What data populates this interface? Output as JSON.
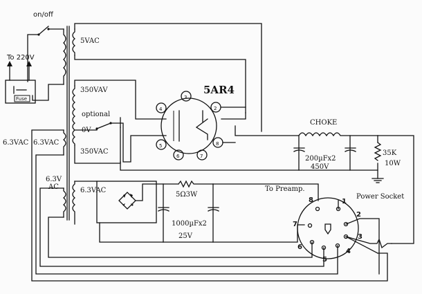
{
  "labels": {
    "on_off": "on/off",
    "to_220v": "To 220V",
    "fuse": "Fuse",
    "v5ac": "5VAC",
    "v350_a": "350VAV",
    "optional": "optional",
    "v0": "0V",
    "v350_b": "350VAC",
    "v63_a": "6.3VAC",
    "v63_ac_1": "6.3V",
    "v63_ac_2": "AC",
    "v63_c": "6.3VAC",
    "tube": "5AR4",
    "choke": "CHOKE",
    "cap1_a": "200µFx2",
    "cap1_b": "450V",
    "res35k_a": "35K",
    "res35k_b": "10W",
    "res5r": "5Ω3W",
    "cap2_a": "1000µFx2",
    "cap2_b": "25V",
    "to_preamp": "To Preamp.",
    "power_socket": "Power Socket"
  },
  "tube_pins": [
    "3",
    "4",
    "2",
    "5",
    "6",
    "7",
    "8"
  ],
  "socket_pins": [
    "8",
    "1",
    "2",
    "7",
    "3",
    "6",
    "5",
    "4"
  ]
}
